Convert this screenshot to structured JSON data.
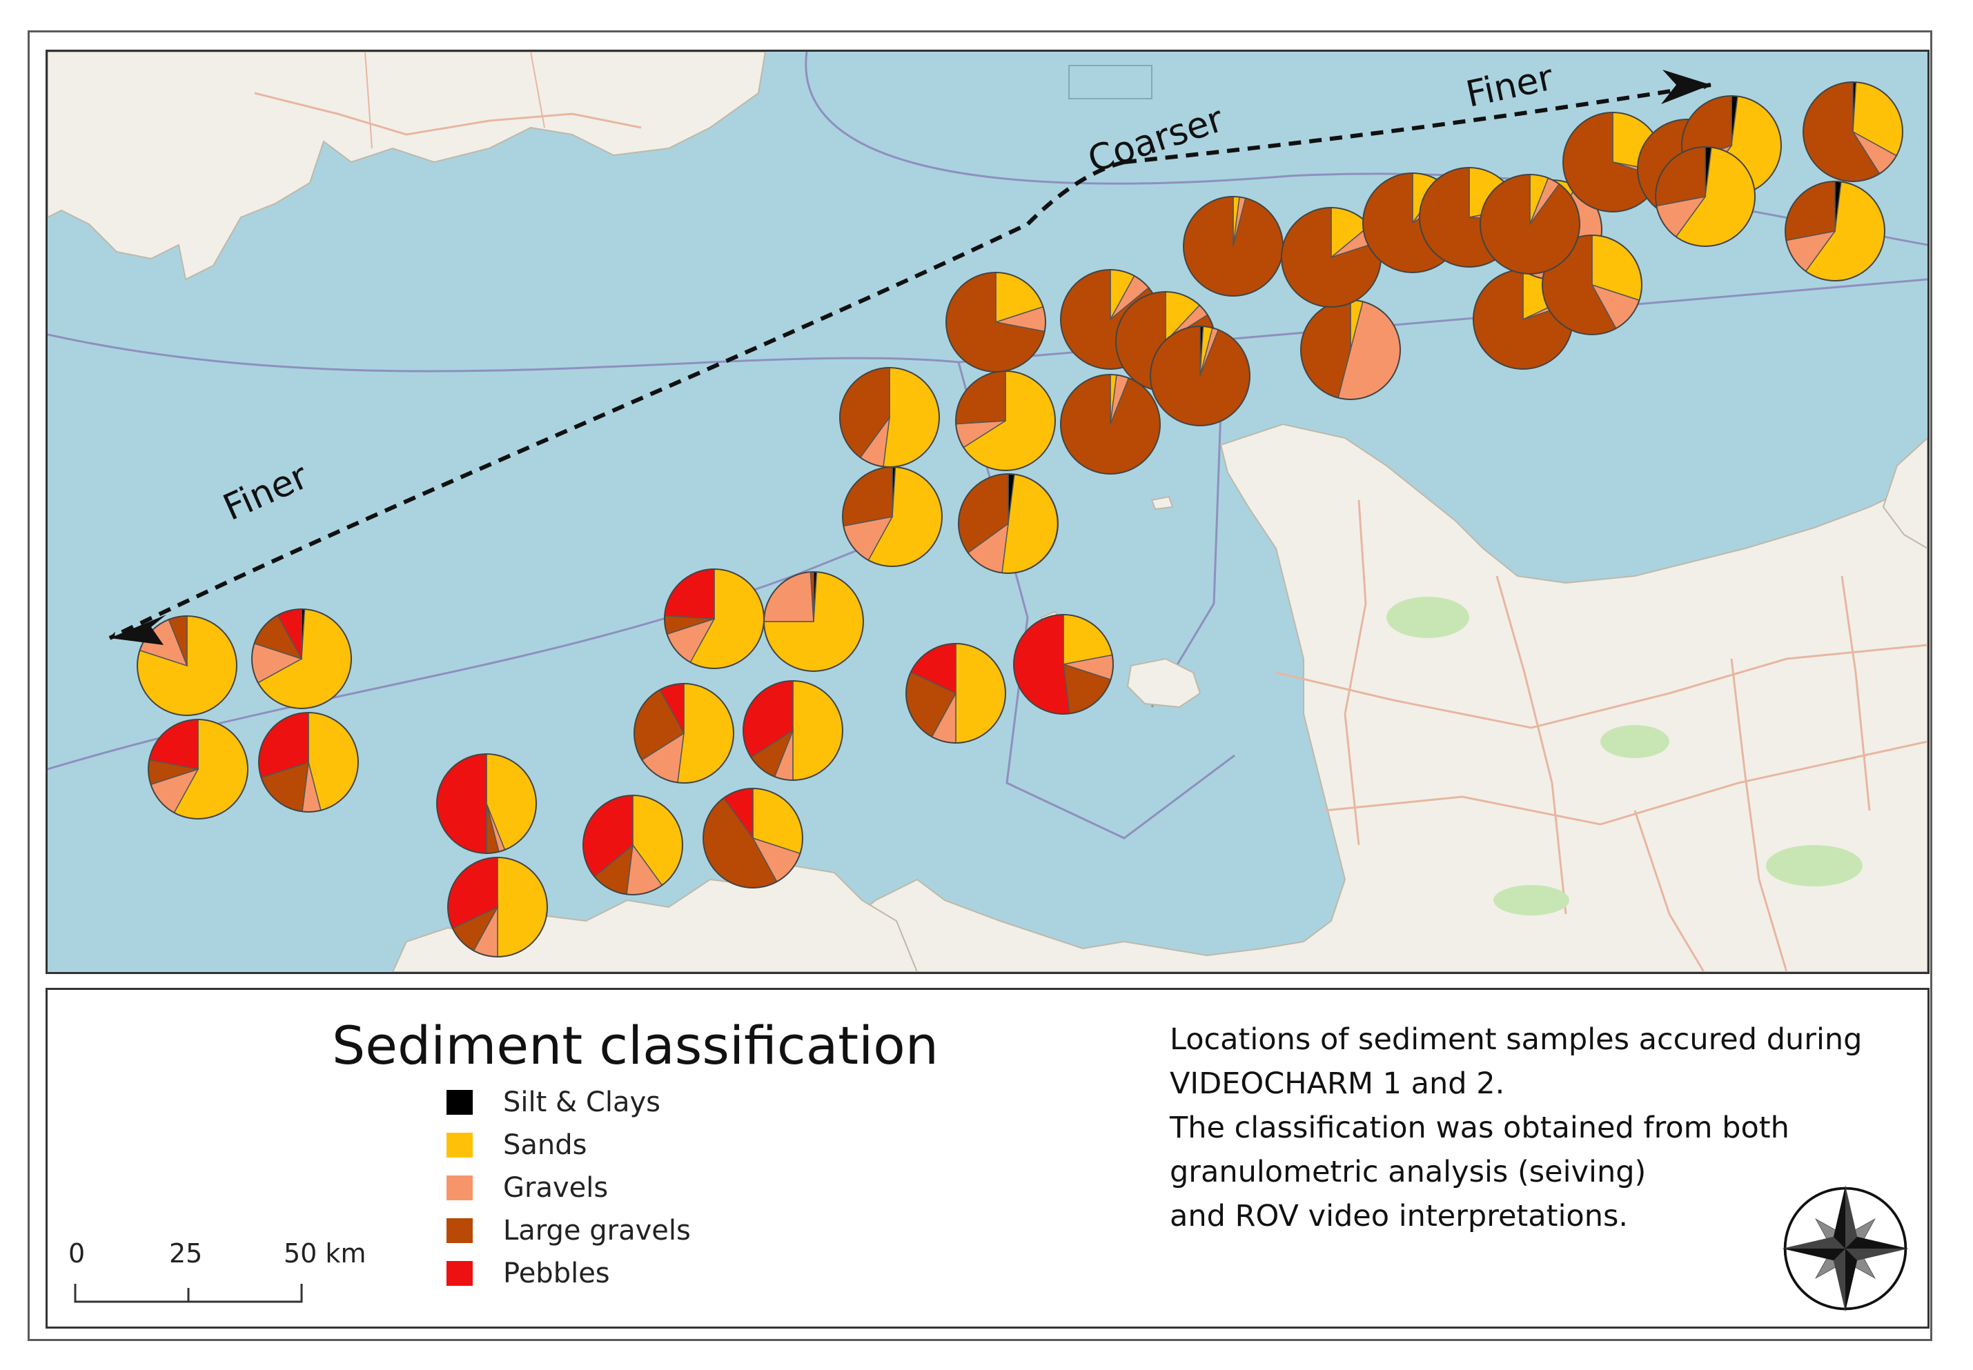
{
  "annotations": {
    "coarser": "Coarser",
    "finer_left": "Finer",
    "finer_right": "Finer"
  },
  "legend": {
    "title": "Sediment classification",
    "classes": [
      {
        "key": "silt",
        "label": "Silt & Clays",
        "color": "#000000"
      },
      {
        "key": "sand",
        "label": "Sands",
        "color": "#ffc107"
      },
      {
        "key": "gravel",
        "label": "Gravels",
        "color": "#f7956a"
      },
      {
        "key": "large",
        "label": "Large gravels",
        "color": "#b84a05"
      },
      {
        "key": "pebble",
        "label": "Pebbles",
        "color": "#ee1111"
      }
    ]
  },
  "description": [
    "Locations of sediment samples accured during",
    "VIDEOCHARM 1 and 2.",
    "The classification was obtained from both",
    "granulometric analysis (seiving)",
    "and ROV video interpretations."
  ],
  "scale_bar": {
    "ticks": [
      "0",
      "25",
      "50 km"
    ]
  },
  "colors": {
    "sea": "#aad3df",
    "land": "#f2efe9",
    "green": "#c8e6b4"
  },
  "samples": [
    {
      "id": "s01",
      "shares": [
        0,
        80,
        14,
        6,
        0
      ]
    },
    {
      "id": "s02",
      "shares": [
        1,
        66,
        13,
        12,
        8
      ]
    },
    {
      "id": "s03",
      "shares": [
        0,
        58,
        12,
        8,
        22
      ]
    },
    {
      "id": "s04",
      "shares": [
        0,
        46,
        6,
        18,
        30
      ]
    },
    {
      "id": "s05",
      "shares": [
        0,
        44,
        2,
        4,
        50
      ]
    },
    {
      "id": "s06",
      "shares": [
        0,
        50,
        8,
        10,
        32
      ]
    },
    {
      "id": "s07",
      "shares": [
        0,
        40,
        12,
        12,
        36
      ]
    },
    {
      "id": "s08",
      "shares": [
        0,
        30,
        12,
        48,
        10
      ]
    },
    {
      "id": "s09",
      "shares": [
        0,
        52,
        14,
        26,
        8
      ]
    },
    {
      "id": "s10",
      "shares": [
        0,
        50,
        6,
        10,
        34
      ]
    },
    {
      "id": "s11",
      "shares": [
        0,
        58,
        12,
        6,
        24
      ]
    },
    {
      "id": "s12",
      "shares": [
        1,
        74,
        24,
        1,
        0
      ]
    },
    {
      "id": "s13",
      "shares": [
        0,
        50,
        8,
        24,
        18
      ]
    },
    {
      "id": "s14",
      "shares": [
        0,
        22,
        8,
        18,
        52
      ]
    },
    {
      "id": "s15",
      "shares": [
        1,
        57,
        14,
        28,
        0
      ]
    },
    {
      "id": "s16",
      "shares": [
        2,
        50,
        13,
        35,
        0
      ]
    },
    {
      "id": "s17",
      "shares": [
        0,
        52,
        8,
        40,
        0
      ]
    },
    {
      "id": "s18",
      "shares": [
        0,
        66,
        8,
        26,
        0
      ]
    },
    {
      "id": "s19",
      "shares": [
        0,
        2,
        4,
        94,
        0
      ]
    },
    {
      "id": "s20",
      "shares": [
        0,
        20,
        8,
        72,
        0
      ]
    },
    {
      "id": "s21",
      "shares": [
        0,
        8,
        6,
        86,
        0
      ]
    },
    {
      "id": "s22",
      "shares": [
        0,
        12,
        4,
        84,
        0
      ]
    },
    {
      "id": "s23",
      "shares": [
        1,
        3,
        2,
        94,
        0
      ]
    },
    {
      "id": "s24",
      "shares": [
        0,
        2,
        2,
        96,
        0
      ]
    },
    {
      "id": "s25",
      "shares": [
        0,
        4,
        50,
        46,
        0
      ]
    },
    {
      "id": "s26",
      "shares": [
        0,
        14,
        6,
        80,
        0
      ]
    },
    {
      "id": "s27",
      "shares": [
        0,
        10,
        6,
        84,
        0
      ]
    },
    {
      "id": "s28",
      "shares": [
        0,
        18,
        2,
        80,
        0
      ]
    },
    {
      "id": "s29",
      "shares": [
        0,
        22,
        4,
        74,
        0
      ]
    },
    {
      "id": "s30",
      "shares": [
        0,
        8,
        92,
        0,
        0
      ]
    },
    {
      "id": "s31",
      "shares": [
        0,
        30,
        12,
        58,
        0
      ]
    },
    {
      "id": "s32",
      "shares": [
        0,
        28,
        2,
        70,
        0
      ]
    },
    {
      "id": "s33",
      "shares": [
        0,
        6,
        4,
        90,
        0
      ]
    },
    {
      "id": "s34",
      "shares": [
        0,
        30,
        16,
        54,
        0
      ]
    },
    {
      "id": "s35",
      "shares": [
        2,
        58,
        10,
        30,
        0
      ]
    },
    {
      "id": "s36",
      "shares": [
        1,
        32,
        8,
        59,
        0
      ]
    },
    {
      "id": "s37",
      "shares": [
        2,
        58,
        12,
        28,
        0
      ]
    },
    {
      "id": "s38",
      "shares": [
        2,
        58,
        12,
        28,
        0
      ]
    }
  ]
}
